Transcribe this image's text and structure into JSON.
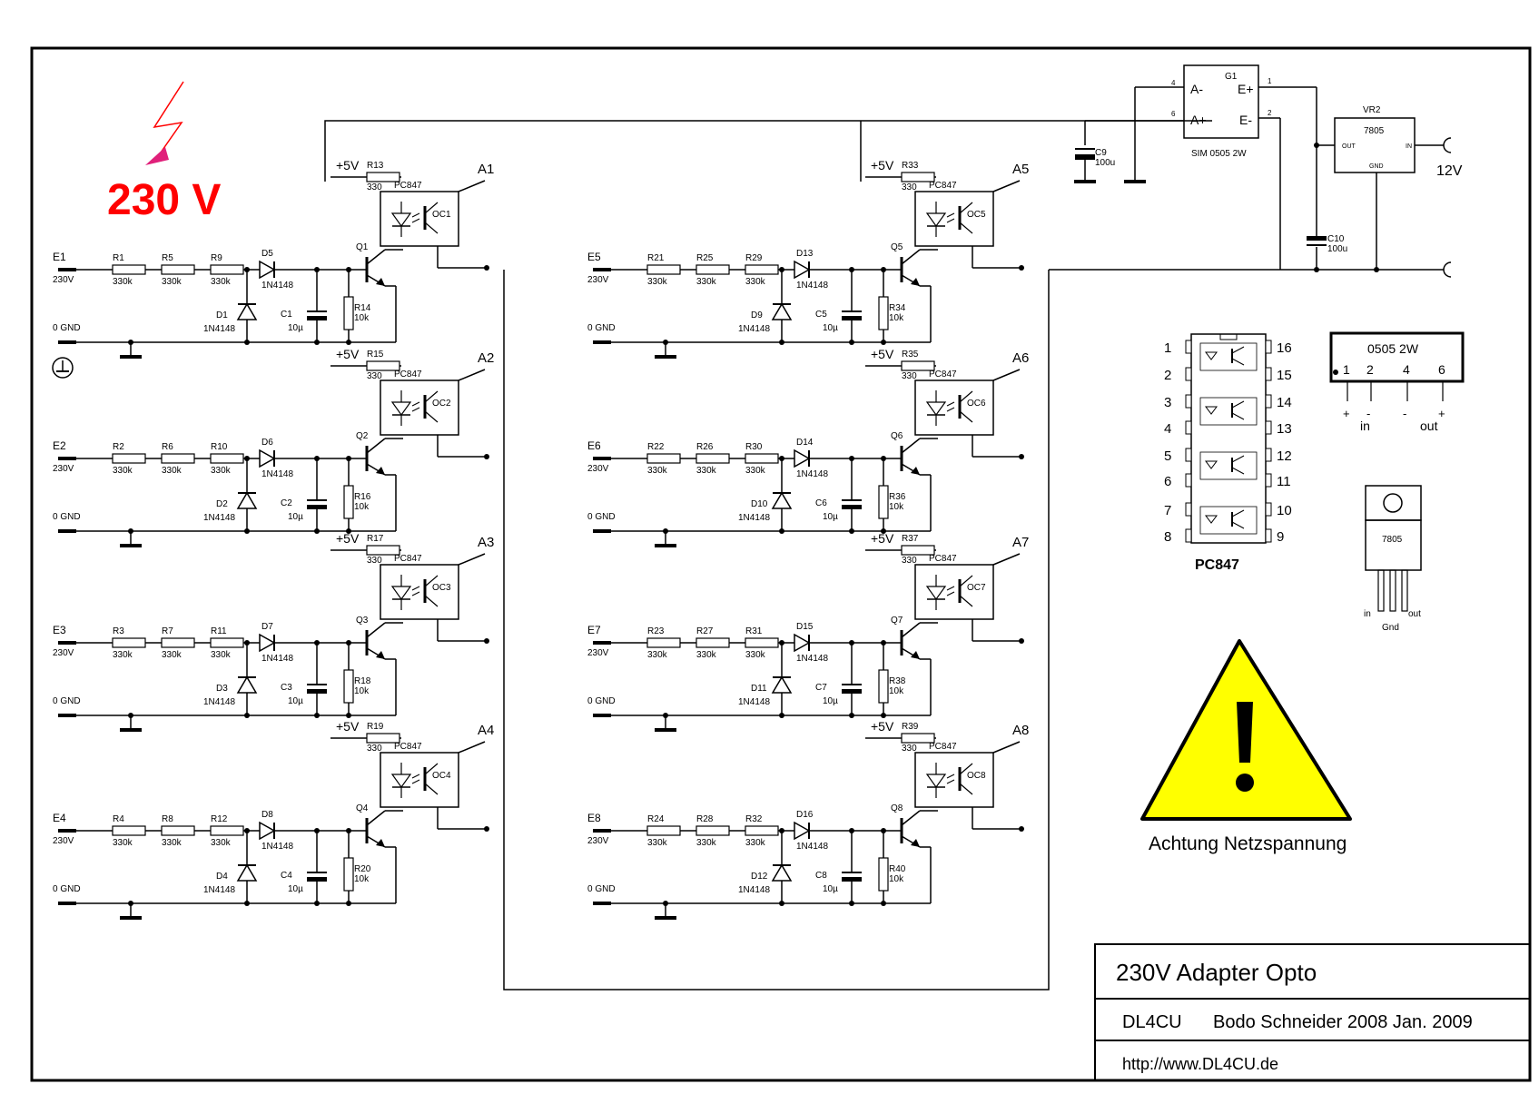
{
  "warning_voltage": "230 V",
  "plus5v": "+5V",
  "pc847_label": "PC847",
  "n1n4148": "1N4148",
  "v230": "230V",
  "gnd0": "0 GND",
  "r330": "330",
  "r330k": "330k",
  "r10k": "10k",
  "c10u": "10µ",
  "channels": [
    {
      "e": "E1",
      "a": "A1",
      "oc": "OC1",
      "q": "Q1",
      "r1": "R1",
      "r2": "R5",
      "r3": "R9",
      "d_ser": "D5",
      "d_sh": "D1",
      "c": "C1",
      "rl": "R14",
      "rin": "R13"
    },
    {
      "e": "E2",
      "a": "A2",
      "oc": "OC2",
      "q": "Q2",
      "r1": "R2",
      "r2": "R6",
      "r3": "R10",
      "d_ser": "D6",
      "d_sh": "D2",
      "c": "C2",
      "rl": "R16",
      "rin": "R15"
    },
    {
      "e": "E3",
      "a": "A3",
      "oc": "OC3",
      "q": "Q3",
      "r1": "R3",
      "r2": "R7",
      "r3": "R11",
      "d_ser": "D7",
      "d_sh": "D3",
      "c": "C3",
      "rl": "R18",
      "rin": "R17"
    },
    {
      "e": "E4",
      "a": "A4",
      "oc": "OC4",
      "q": "Q4",
      "r1": "R4",
      "r2": "R8",
      "r3": "R12",
      "d_ser": "D8",
      "d_sh": "D4",
      "c": "C4",
      "rl": "R20",
      "rin": "R19"
    },
    {
      "e": "E5",
      "a": "A5",
      "oc": "OC5",
      "q": "Q5",
      "r1": "R21",
      "r2": "R25",
      "r3": "R29",
      "d_ser": "D13",
      "d_sh": "D9",
      "c": "C5",
      "rl": "R34",
      "rin": "R33"
    },
    {
      "e": "E6",
      "a": "A6",
      "oc": "OC6",
      "q": "Q6",
      "r1": "R22",
      "r2": "R26",
      "r3": "R30",
      "d_ser": "D14",
      "d_sh": "D10",
      "c": "C6",
      "rl": "R36",
      "rin": "R35"
    },
    {
      "e": "E7",
      "a": "A7",
      "oc": "OC7",
      "q": "Q7",
      "r1": "R23",
      "r2": "R27",
      "r3": "R31",
      "d_ser": "D15",
      "d_sh": "D11",
      "c": "C7",
      "rl": "R38",
      "rin": "R37"
    },
    {
      "e": "E8",
      "a": "A8",
      "oc": "OC8",
      "q": "Q8",
      "r1": "R24",
      "r2": "R28",
      "r3": "R32",
      "d_ser": "D16",
      "d_sh": "D12",
      "c": "C8",
      "rl": "R40",
      "rin": "R39"
    }
  ],
  "power": {
    "g1": "G1",
    "g1_name": "SIM 0505 2W",
    "a_minus": "A-",
    "a_plus": "A+",
    "e_plus": "E+",
    "e_minus": "E-",
    "pin4": "4",
    "pin6": "6",
    "pin1": "1",
    "pin2": "2",
    "c9": "C9",
    "c9v": "100u",
    "c10": "C10",
    "c10v": "100u",
    "vr2": "VR2",
    "reg": "7805",
    "out": "OUT",
    "in": "IN",
    "gnd": "GND",
    "v12": "12V"
  },
  "pinout_pc847": {
    "left": [
      "1",
      "2",
      "3",
      "4",
      "5",
      "6",
      "7",
      "8"
    ],
    "right": [
      "16",
      "15",
      "14",
      "13",
      "12",
      "11",
      "10",
      "9"
    ],
    "label": "PC847"
  },
  "pinout_sim": {
    "title": "0505 2W",
    "pins": [
      "1",
      "2",
      "4",
      "6"
    ],
    "signs": [
      "+",
      "-",
      "-",
      "+"
    ],
    "in_label": "in",
    "out_label": "out"
  },
  "pinout_7805": {
    "label": "7805",
    "in": "in",
    "gnd": "Gnd",
    "out": "out"
  },
  "warning_text": "Achtung Netzspannung",
  "warning_mark": "!",
  "title_block": {
    "title": "230V Adapter Opto",
    "call": "DL4CU",
    "author": "Bodo Schneider  2008  Jan. 2009",
    "url": "http://www.DL4CU.de"
  },
  "colors": {
    "line": "#000000",
    "warning_text": "#ff0000",
    "bolt": "#ff0000",
    "arrow": "#e0207a",
    "triangle": "#ffff00"
  }
}
